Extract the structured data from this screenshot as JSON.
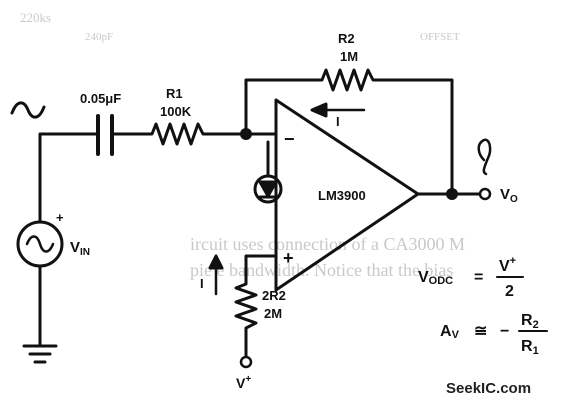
{
  "circuit": {
    "capacitor_label": "0.05μF",
    "r1_name": "R1",
    "r1_value": "100K",
    "r2_name": "R2",
    "r2_value": "1M",
    "opamp_label": "LM3900",
    "r3_name": "2R2",
    "r3_value": "2M",
    "source_plus": "+",
    "vin_main": "V",
    "vin_sub": "IN",
    "vo_main": "V",
    "vo_sub": "O",
    "vplus_main": "V",
    "vplus_sup": "+",
    "current_label_top": "I",
    "current_label_left": "I",
    "inverting_sign": "−",
    "noninverting_sign": "+"
  },
  "equations": {
    "vodc_lhs_main": "V",
    "vodc_lhs_sub": "ODC",
    "vodc_eq": "=",
    "vodc_num_main": "V",
    "vodc_num_sup": "+",
    "vodc_den": "2",
    "av_lhs_main": "A",
    "av_lhs_sub": "V",
    "av_approx": "≅",
    "av_minus": "−",
    "av_num_main": "R",
    "av_num_sub": "2",
    "av_den_main": "R",
    "av_den_sub": "1"
  },
  "watermark": "SeekIC.com",
  "bleed_through": {
    "line1": "ircuit uses connection of a CA3000 M",
    "line2": "pie         e bandwidth. Notice that the bias",
    "top_left": "220ks",
    "top_mid": "240pF",
    "top_right": "OFFSET"
  },
  "colors": {
    "ink": "#111111",
    "ghost": "#c9c9c9"
  }
}
